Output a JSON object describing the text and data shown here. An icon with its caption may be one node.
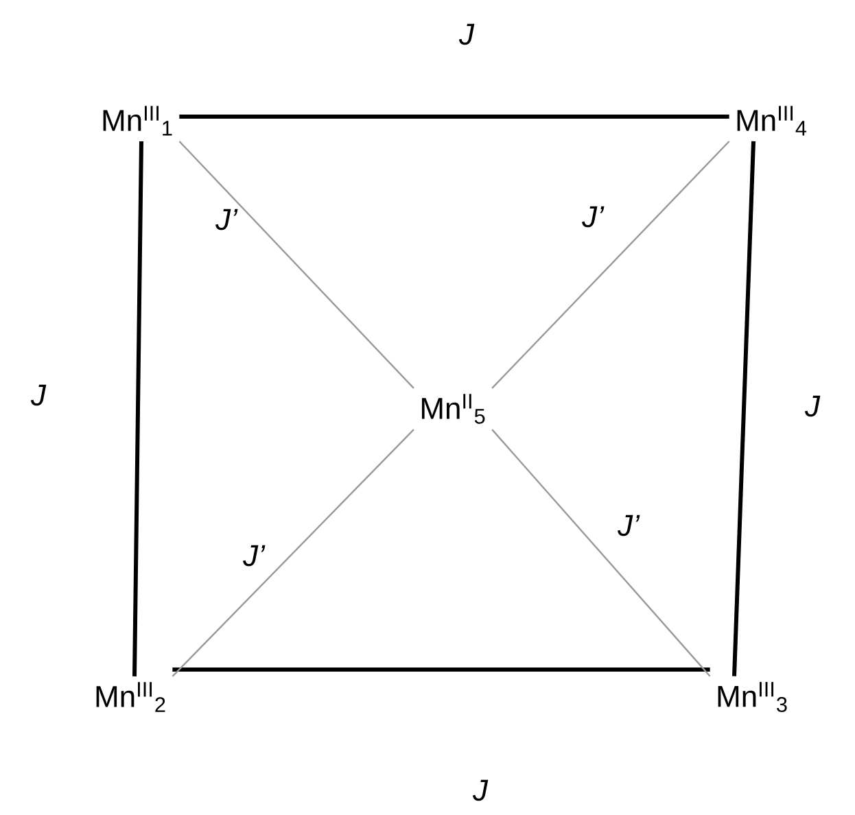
{
  "diagram": {
    "nodes": [
      {
        "text": [
          "Mn$^{III}$$_{1}$"
        ]
      },
      {
        "text": [
          "Mn$^{III}$$_{4}$"
        ]
      },
      {
        "text": [
          "Mn$^{II}$$_{5}$"
        ]
      },
      {
        "text": [
          "Mn$^{III}$$_{2}$"
        ]
      },
      {
        "text": [
          "Mn$^{III}$$_{3}$"
        ]
      }
    ],
    "edges": [
      {
        "from": 0,
        "to": 1,
        "arrow": "none",
        "label": "J",
        "style": "thick"
      },
      {
        "from": 0,
        "to": 3,
        "arrow": "none",
        "label": "J",
        "style": "thick"
      },
      {
        "from": 1,
        "to": 4,
        "arrow": "none",
        "label": "J",
        "style": "thick"
      },
      {
        "from": 3,
        "to": 4,
        "arrow": "none",
        "label": "J",
        "style": "thick"
      },
      {
        "from": 0,
        "to": 2,
        "arrow": "none",
        "label": "J’",
        "color": "#999999"
      },
      {
        "from": 1,
        "to": 2,
        "arrow": "none",
        "label": "J’",
        "color": "#999999"
      },
      {
        "from": 3,
        "to": 2,
        "arrow": "none",
        "label": "J’",
        "color": "#999999"
      },
      {
        "from": 4,
        "to": 2,
        "arrow": "none",
        "label": "J’",
        "color": "#999999"
      }
    ]
  }
}
